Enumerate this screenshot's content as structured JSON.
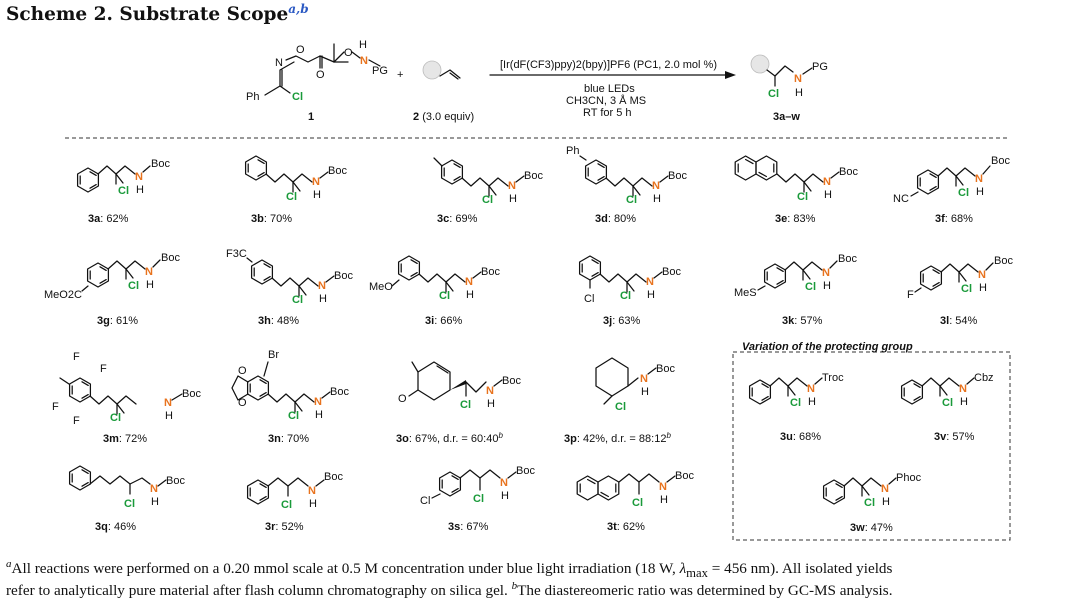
{
  "title": {
    "text": "Scheme 2. Substrate Scope",
    "marks": "a,b"
  },
  "reaction": {
    "reagent1_label": "1",
    "reagent1_pg": "PG",
    "reagent1_ph": "Ph",
    "reagent1_cl": "Cl",
    "reagent1_n": "N",
    "reagent1_o": "O",
    "plus": "+",
    "reagent2_label_num": "2",
    "reagent2_label_equiv": "(3.0 equiv)",
    "conditions_catalyst": "[Ir(dF(CF3)ppy)2(bpy)]PF6 (PC1, 2.0 mol %)",
    "conditions_light": "blue LEDs",
    "conditions_solvent": "CH3CN, 3 Å MS",
    "conditions_time": "RT for 5 h",
    "product_label": "3a–w",
    "product_pg": "PG",
    "product_cl": "Cl",
    "product_n": "N",
    "product_h": "H"
  },
  "products": [
    {
      "id": "3a",
      "yield": ": 62%"
    },
    {
      "id": "3b",
      "yield": ": 70%"
    },
    {
      "id": "3c",
      "yield": ": 69%"
    },
    {
      "id": "3d",
      "yield": ": 80%"
    },
    {
      "id": "3e",
      "yield": ": 83%"
    },
    {
      "id": "3f",
      "yield": ": 68%"
    },
    {
      "id": "3g",
      "yield": ": 61%"
    },
    {
      "id": "3h",
      "yield": ": 48%"
    },
    {
      "id": "3i",
      "yield": ": 66%"
    },
    {
      "id": "3j",
      "yield": ": 63%"
    },
    {
      "id": "3k",
      "yield": ": 57%"
    },
    {
      "id": "3l",
      "yield": ": 54%"
    },
    {
      "id": "3m",
      "yield": ": 72%"
    },
    {
      "id": "3n",
      "yield": ": 70%"
    },
    {
      "id": "3o",
      "yield": ": 67%, d.r. = 60:40",
      "mark": "b"
    },
    {
      "id": "3p",
      "yield": ": 42%, d.r. = 88:12",
      "mark": "b"
    },
    {
      "id": "3q",
      "yield": ": 46%"
    },
    {
      "id": "3r",
      "yield": ": 52%"
    },
    {
      "id": "3s",
      "yield": ": 67%"
    },
    {
      "id": "3t",
      "yield": ": 62%"
    },
    {
      "id": "3u",
      "yield": ": 68%"
    },
    {
      "id": "3v",
      "yield": ": 57%"
    },
    {
      "id": "3w",
      "yield": ": 47%"
    }
  ],
  "atoms": {
    "boc": "Boc",
    "troc": "Troc",
    "cbz": "Cbz",
    "phoc": "Phoc",
    "n": "N",
    "h": "H",
    "cl": "Cl",
    "f": "F",
    "br": "Br",
    "o": "O",
    "ph": "Ph",
    "nc": "N",
    "meo": "MeO",
    "meo2c": "MeO2C",
    "f3c": "F3C",
    "mes": "MeS"
  },
  "variation_box_title": "Variation of the protecting group",
  "footnotes": {
    "a_mark": "a",
    "a_text_1": "All reactions were performed on a 0.20 mmol scale at 0.5 M concentration under blue light irradiation (18 W, ",
    "a_lambda": "λ",
    "a_lambda_sub": "max",
    "a_text_2": " = 456 nm). All isolated yields",
    "a_text_3": "refer to analytically pure material after flash column chromatography on silica gel. ",
    "b_mark": "b",
    "b_text": "The diastereomeric ratio was determined by GC-MS analysis."
  }
}
